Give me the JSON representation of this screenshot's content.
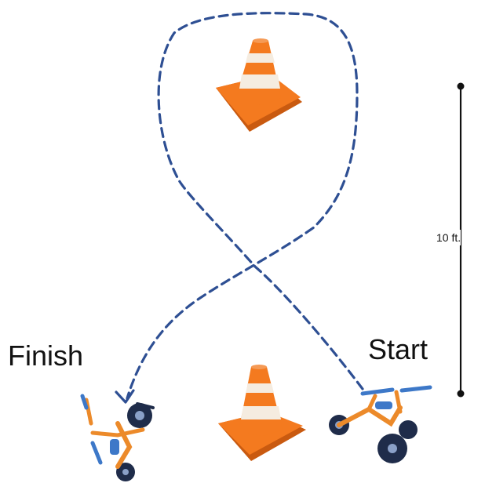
{
  "labels": {
    "finish": "Finish",
    "start": "Start",
    "scale": "10 ft."
  },
  "colors": {
    "path": "#2e4f93",
    "cone_orange": "#f47a1f",
    "cone_dark": "#c95a10",
    "cone_stripe": "#f5ece0",
    "trike_frame": "#ec8a2a",
    "trike_wheel": "#1f2c4a",
    "trike_accent": "#3d78c8"
  }
}
